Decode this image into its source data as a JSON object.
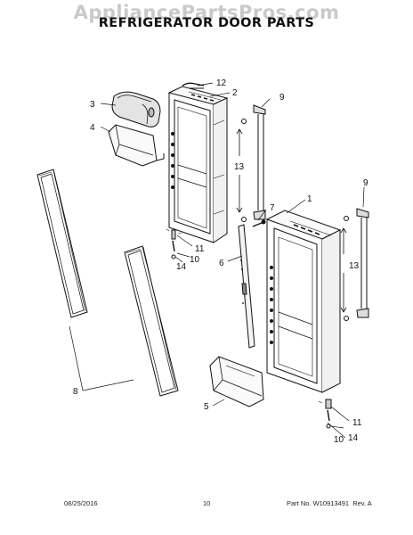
{
  "watermark": "AppliancePartsPros.com",
  "title": "REFRIGERATOR DOOR PARTS",
  "callouts": {
    "c12": "12",
    "c2": "2",
    "c3": "3",
    "c9a": "9",
    "c4": "4",
    "c13a": "13",
    "c7": "7",
    "c1": "1",
    "c9b": "9",
    "c11a": "11",
    "c10a": "10",
    "c14a": "14",
    "c6": "6",
    "c13b": "13",
    "c8": "8",
    "c5": "5",
    "c11b": "11",
    "c10b": "10",
    "c14b": "14"
  },
  "footer": {
    "date": "08/25/2016",
    "page": "10",
    "part_number": "Part No. W10913491",
    "rev": "Rev. A"
  }
}
